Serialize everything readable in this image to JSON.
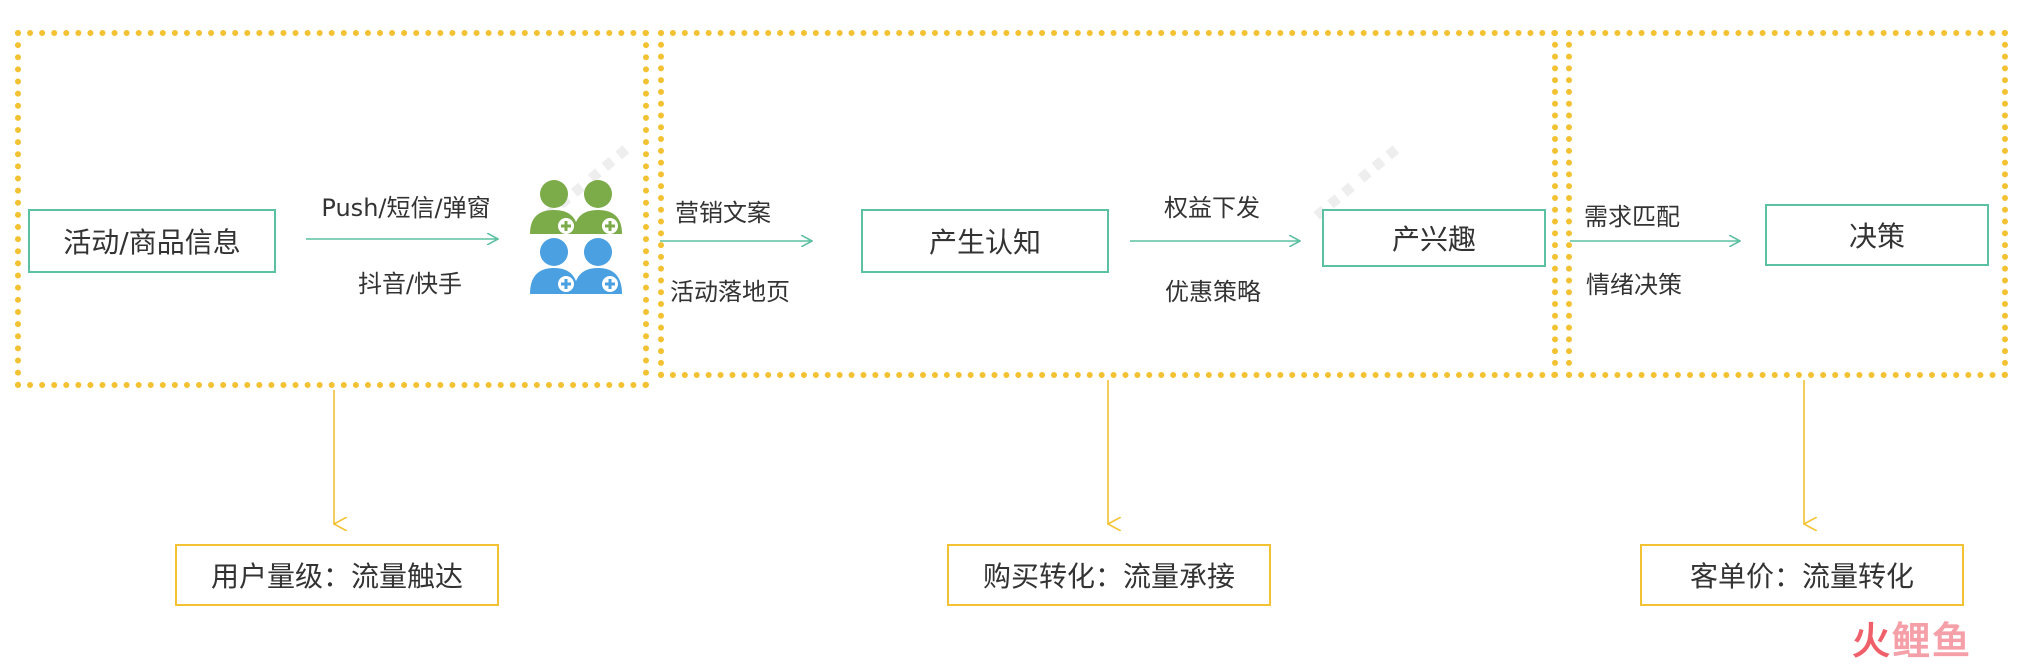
{
  "colors": {
    "group_border": "#f2c233",
    "node_border": "#5cc0a2",
    "arrow_main": "#5cc0a2",
    "arrow_down": "#f2c233",
    "user_green": "#7cab4a",
    "user_blue": "#4aa0e0",
    "brand_red": "#f0606b"
  },
  "stage1": {
    "source": "活动/商品信息",
    "channel_top": "Push/短信/弹窗",
    "channel_bottom": "抖音/快手",
    "users_icon": "users-group-icon",
    "result": "用户量级：流量触达"
  },
  "stage2": {
    "in_top": "营销文案",
    "in_bottom": "活动落地页",
    "node_a": "产生认知",
    "mid_top": "权益下发",
    "mid_bottom": "优惠策略",
    "node_b": "产兴趣",
    "result": "购买转化：流量承接"
  },
  "stage3": {
    "in_top": "需求匹配",
    "in_bottom": "情绪决策",
    "node": "决策",
    "result": "客单价：流量转化"
  },
  "brand": {
    "part1": "火",
    "part2": "鲤鱼"
  }
}
